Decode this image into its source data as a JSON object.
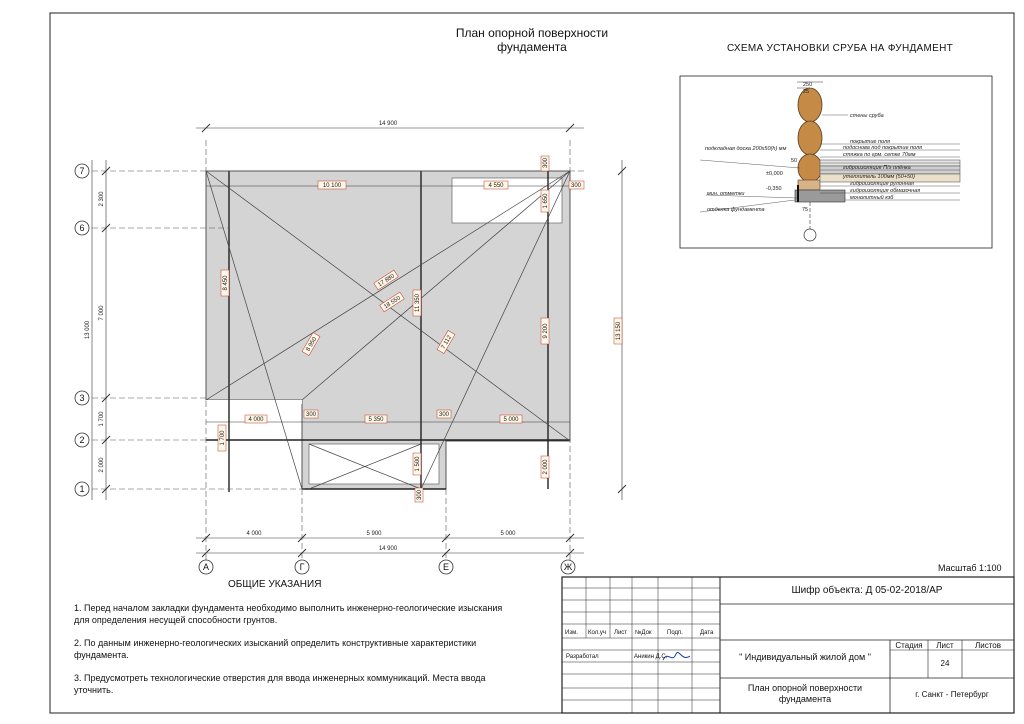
{
  "drawing": {
    "title_line1": "План опорной поверхности",
    "title_line2": "фундамента",
    "detail_title": "СХЕМА УСТАНОВКИ СРУБА НА ФУНДАМЕНТ",
    "scale_label": "Масштаб 1:100"
  },
  "axes": {
    "rows": [
      "7",
      "6",
      "3",
      "2",
      "1"
    ],
    "columns": [
      "А",
      "Г",
      "Е",
      "Ж"
    ]
  },
  "dimensions": {
    "top_overall": "14 900",
    "top_inner": "10 100",
    "top_right": "4 550",
    "top_corner": "300",
    "right_corner_box": "300",
    "right_side_small": "1 650",
    "bottom_overall": "14 900",
    "bottom_seg1": "4 000",
    "bottom_seg2": "5 900",
    "bottom_seg3": "5 000",
    "left_overall": "13 000",
    "left_seg_7_6": "2 300",
    "left_seg_6_3": "7 000",
    "left_seg_3_2": "1 700",
    "left_seg_2_1": "2 000",
    "right_overall": "13 150",
    "inner_v_left": "8 450",
    "inner_v_mid": "11 350",
    "inner_v_right": "9 200",
    "inner_v_bottom_right": "2 000",
    "inner_v_notch": "1 700",
    "inner_v_porch": "1 500",
    "inner_box_300_a": "300",
    "inner_box_300_b": "300",
    "inner_box_300_c": "300",
    "mid_row_left": "4 000",
    "mid_row_mid": "5 350",
    "mid_row_right": "5 000",
    "diag_1": "17 880",
    "diag_2": "18 550",
    "diag_3": "8 950",
    "diag_4": "7 112"
  },
  "detail": {
    "dim_top": "250",
    "dim_25": "25",
    "dim_50": "50",
    "dim_75": "75",
    "level_plus": "±0,000",
    "level_minus": "-0,350",
    "label_log_wall": "стены сруба",
    "label_floor_cover": "покрытие поля",
    "label_floor_base": "подоснова под покрытие поля",
    "label_screed": "стяжка по грм. сетке 70мм",
    "label_waterproof": "гидроизоляция П/э плёнка",
    "label_insulation": "утеплитель 100мм (50+50)",
    "label_rollproof": "гидроизоляция рулонная",
    "label_coating": "гидроизоляция обмазочная",
    "label_slab": "монолитный кзб",
    "label_board": "подкладная доска 200x50(h) мм",
    "label_min": "мин. отметки",
    "label_finish": "отделка фундамента"
  },
  "notes": {
    "heading": "ОБЩИЕ УКАЗАНИЯ",
    "items": [
      "1. Перед началом закладки фундамента необходимо выполнить инженерно-геологические изыскания для определения несущей способности грунтов.",
      "2. По данным инженерно-геологических изысканий определить конструктивные характеристики фундамента.",
      "3. Предусмотреть технологические отверстия для ввода инженерных коммуникаций. Места ввода уточнить."
    ]
  },
  "titleblock": {
    "col_izm": "Изм.",
    "col_kol": "Кол.уч",
    "col_list": "Лист",
    "col_ndoc": "№Док",
    "col_podp": "Подп.",
    "col_data": "Дата",
    "role_dev": "Разработал",
    "dev_name": "Аникин Д.С.",
    "code": "Шифр объекта: Д 05-02-2018/АР",
    "project": "\" Индивидуальный жилой дом \"",
    "h_stage": "Стадия",
    "h_sheet": "Лист",
    "h_sheets": "Листов",
    "sheet_no": "24",
    "sheet_title_line1": "План опорной поверхности",
    "sheet_title_line2": "фундамента",
    "city": "г. Санкт - Петербург"
  }
}
